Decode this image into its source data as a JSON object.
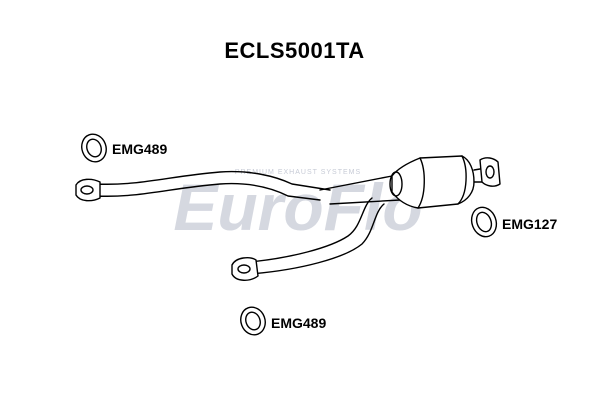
{
  "title": "ECLS5001TA",
  "watermark": {
    "brand": "EuroFlo",
    "tagline": "PREMIUM EXHAUST SYSTEMS",
    "color": "#c7cbd6"
  },
  "parts": [
    {
      "code": "EMG489"
    },
    {
      "code": "EMG127"
    },
    {
      "code": "EMG489"
    }
  ],
  "colors": {
    "line": "#000000",
    "fill": "#ffffff"
  }
}
